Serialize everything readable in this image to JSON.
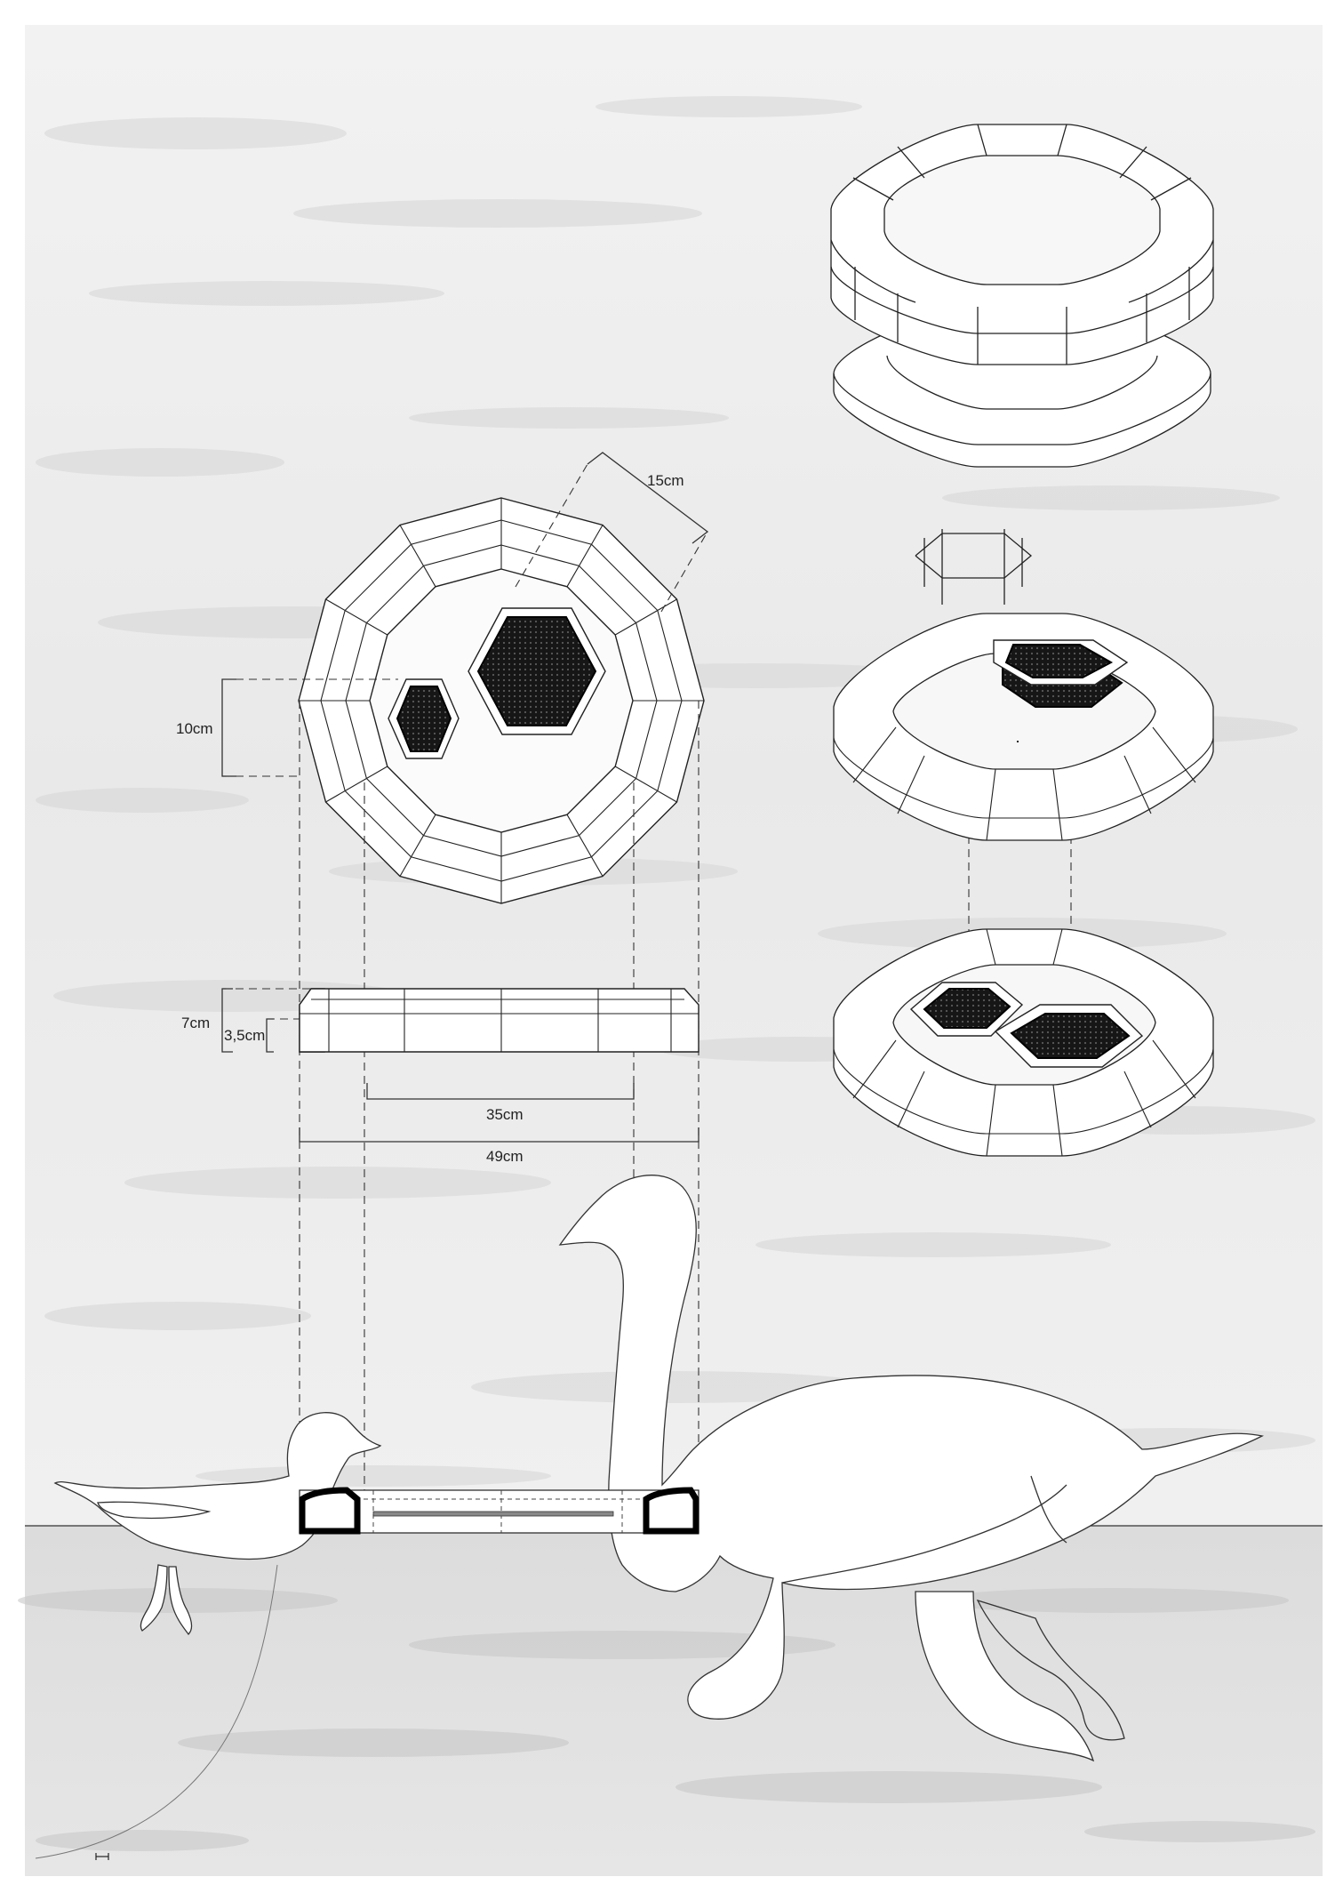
{
  "dimensions": {
    "d15": "15cm",
    "d10": "10cm",
    "d7": "7cm",
    "d35half": "3,5cm",
    "d35": "35cm",
    "d49": "49cm"
  },
  "icons": {
    "scale_bar": "scale-bar-icon"
  }
}
